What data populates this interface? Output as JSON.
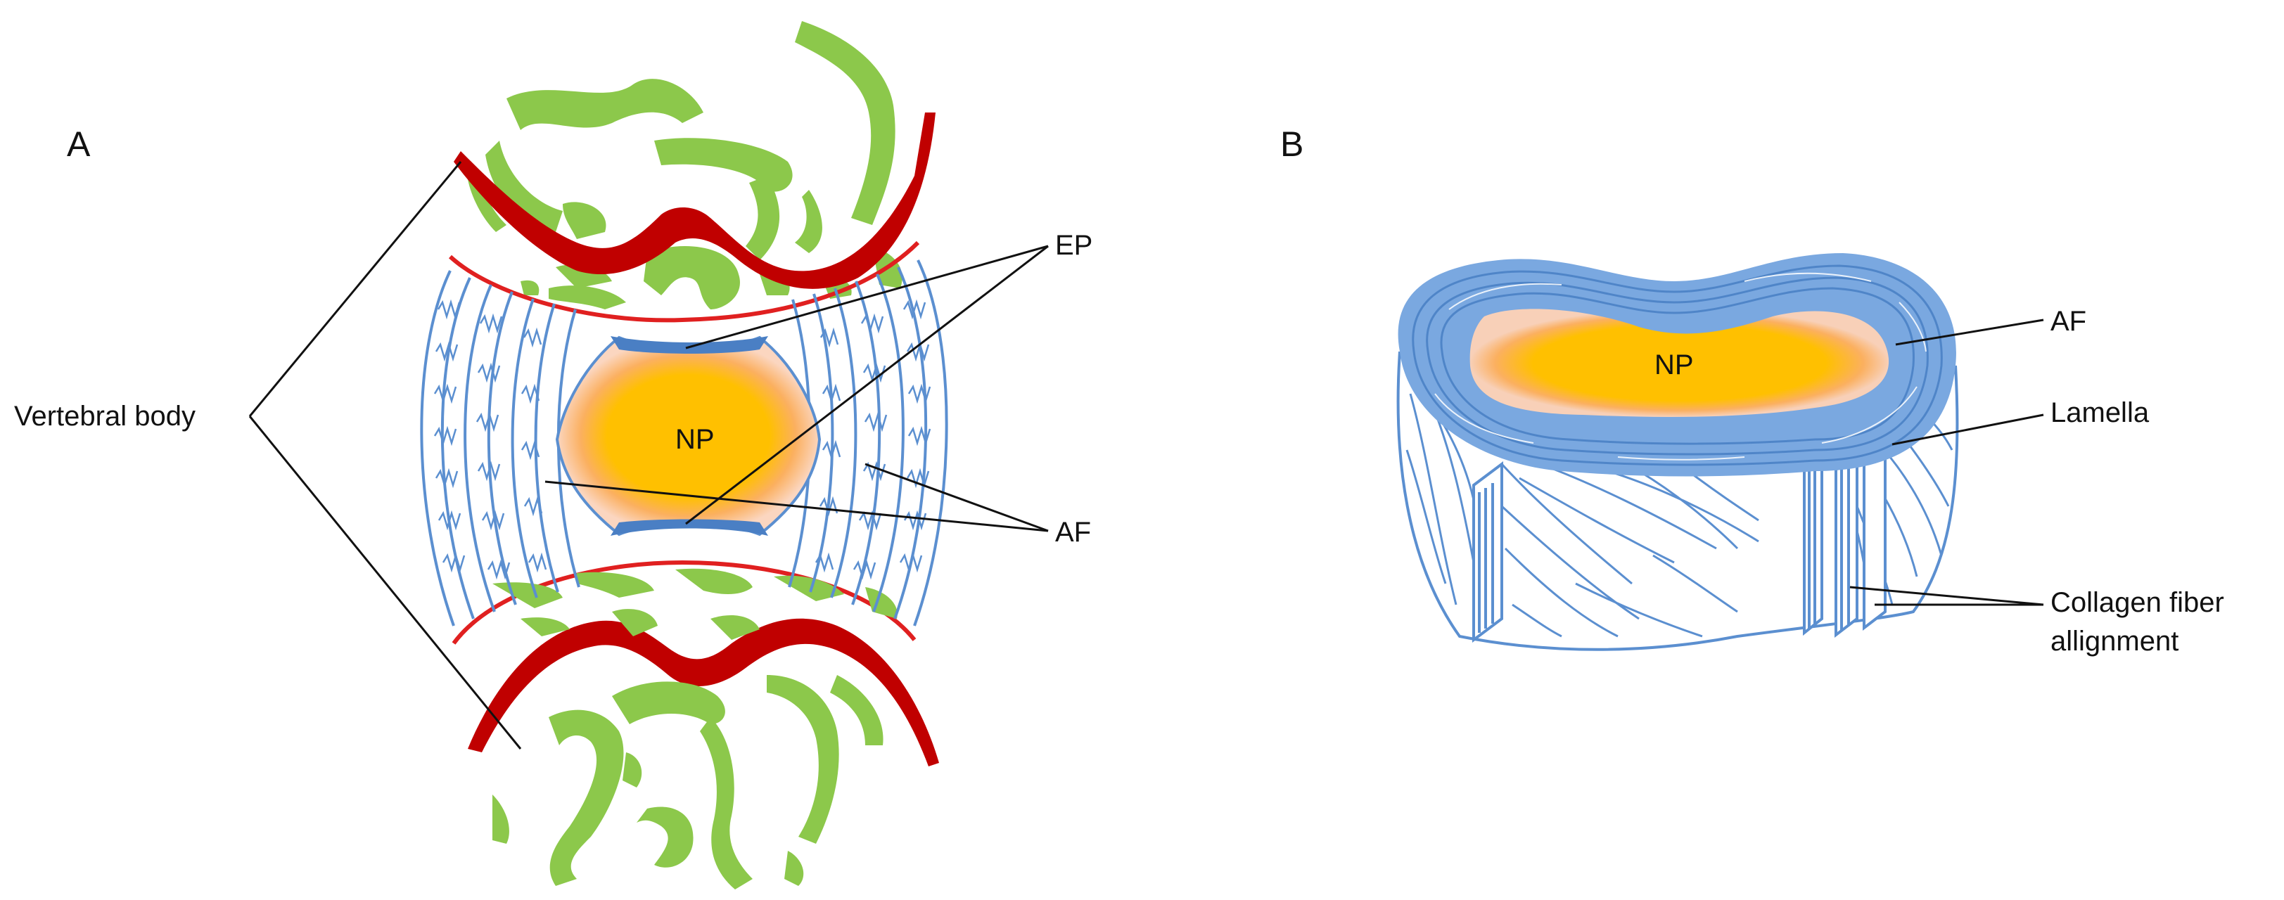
{
  "panels": {
    "a": {
      "letter": "A",
      "labels": {
        "vertebral_body": "Vertebral body",
        "ep": "EP",
        "af": "AF",
        "np": "NP"
      }
    },
    "b": {
      "letter": "B",
      "labels": {
        "af": "AF",
        "np": "NP",
        "lamella": "Lamella",
        "collagen_line1": "Collagen fiber",
        "collagen_line2": "allignment"
      }
    }
  },
  "colors": {
    "bone": "#8cc84b",
    "cortex": "#c00000",
    "endplate_line": "#e02020",
    "annulus": "#5b8fd0",
    "nucleus": "#ffc000",
    "nucleus_halo": "#f8c8a8",
    "leader": "#111111"
  }
}
